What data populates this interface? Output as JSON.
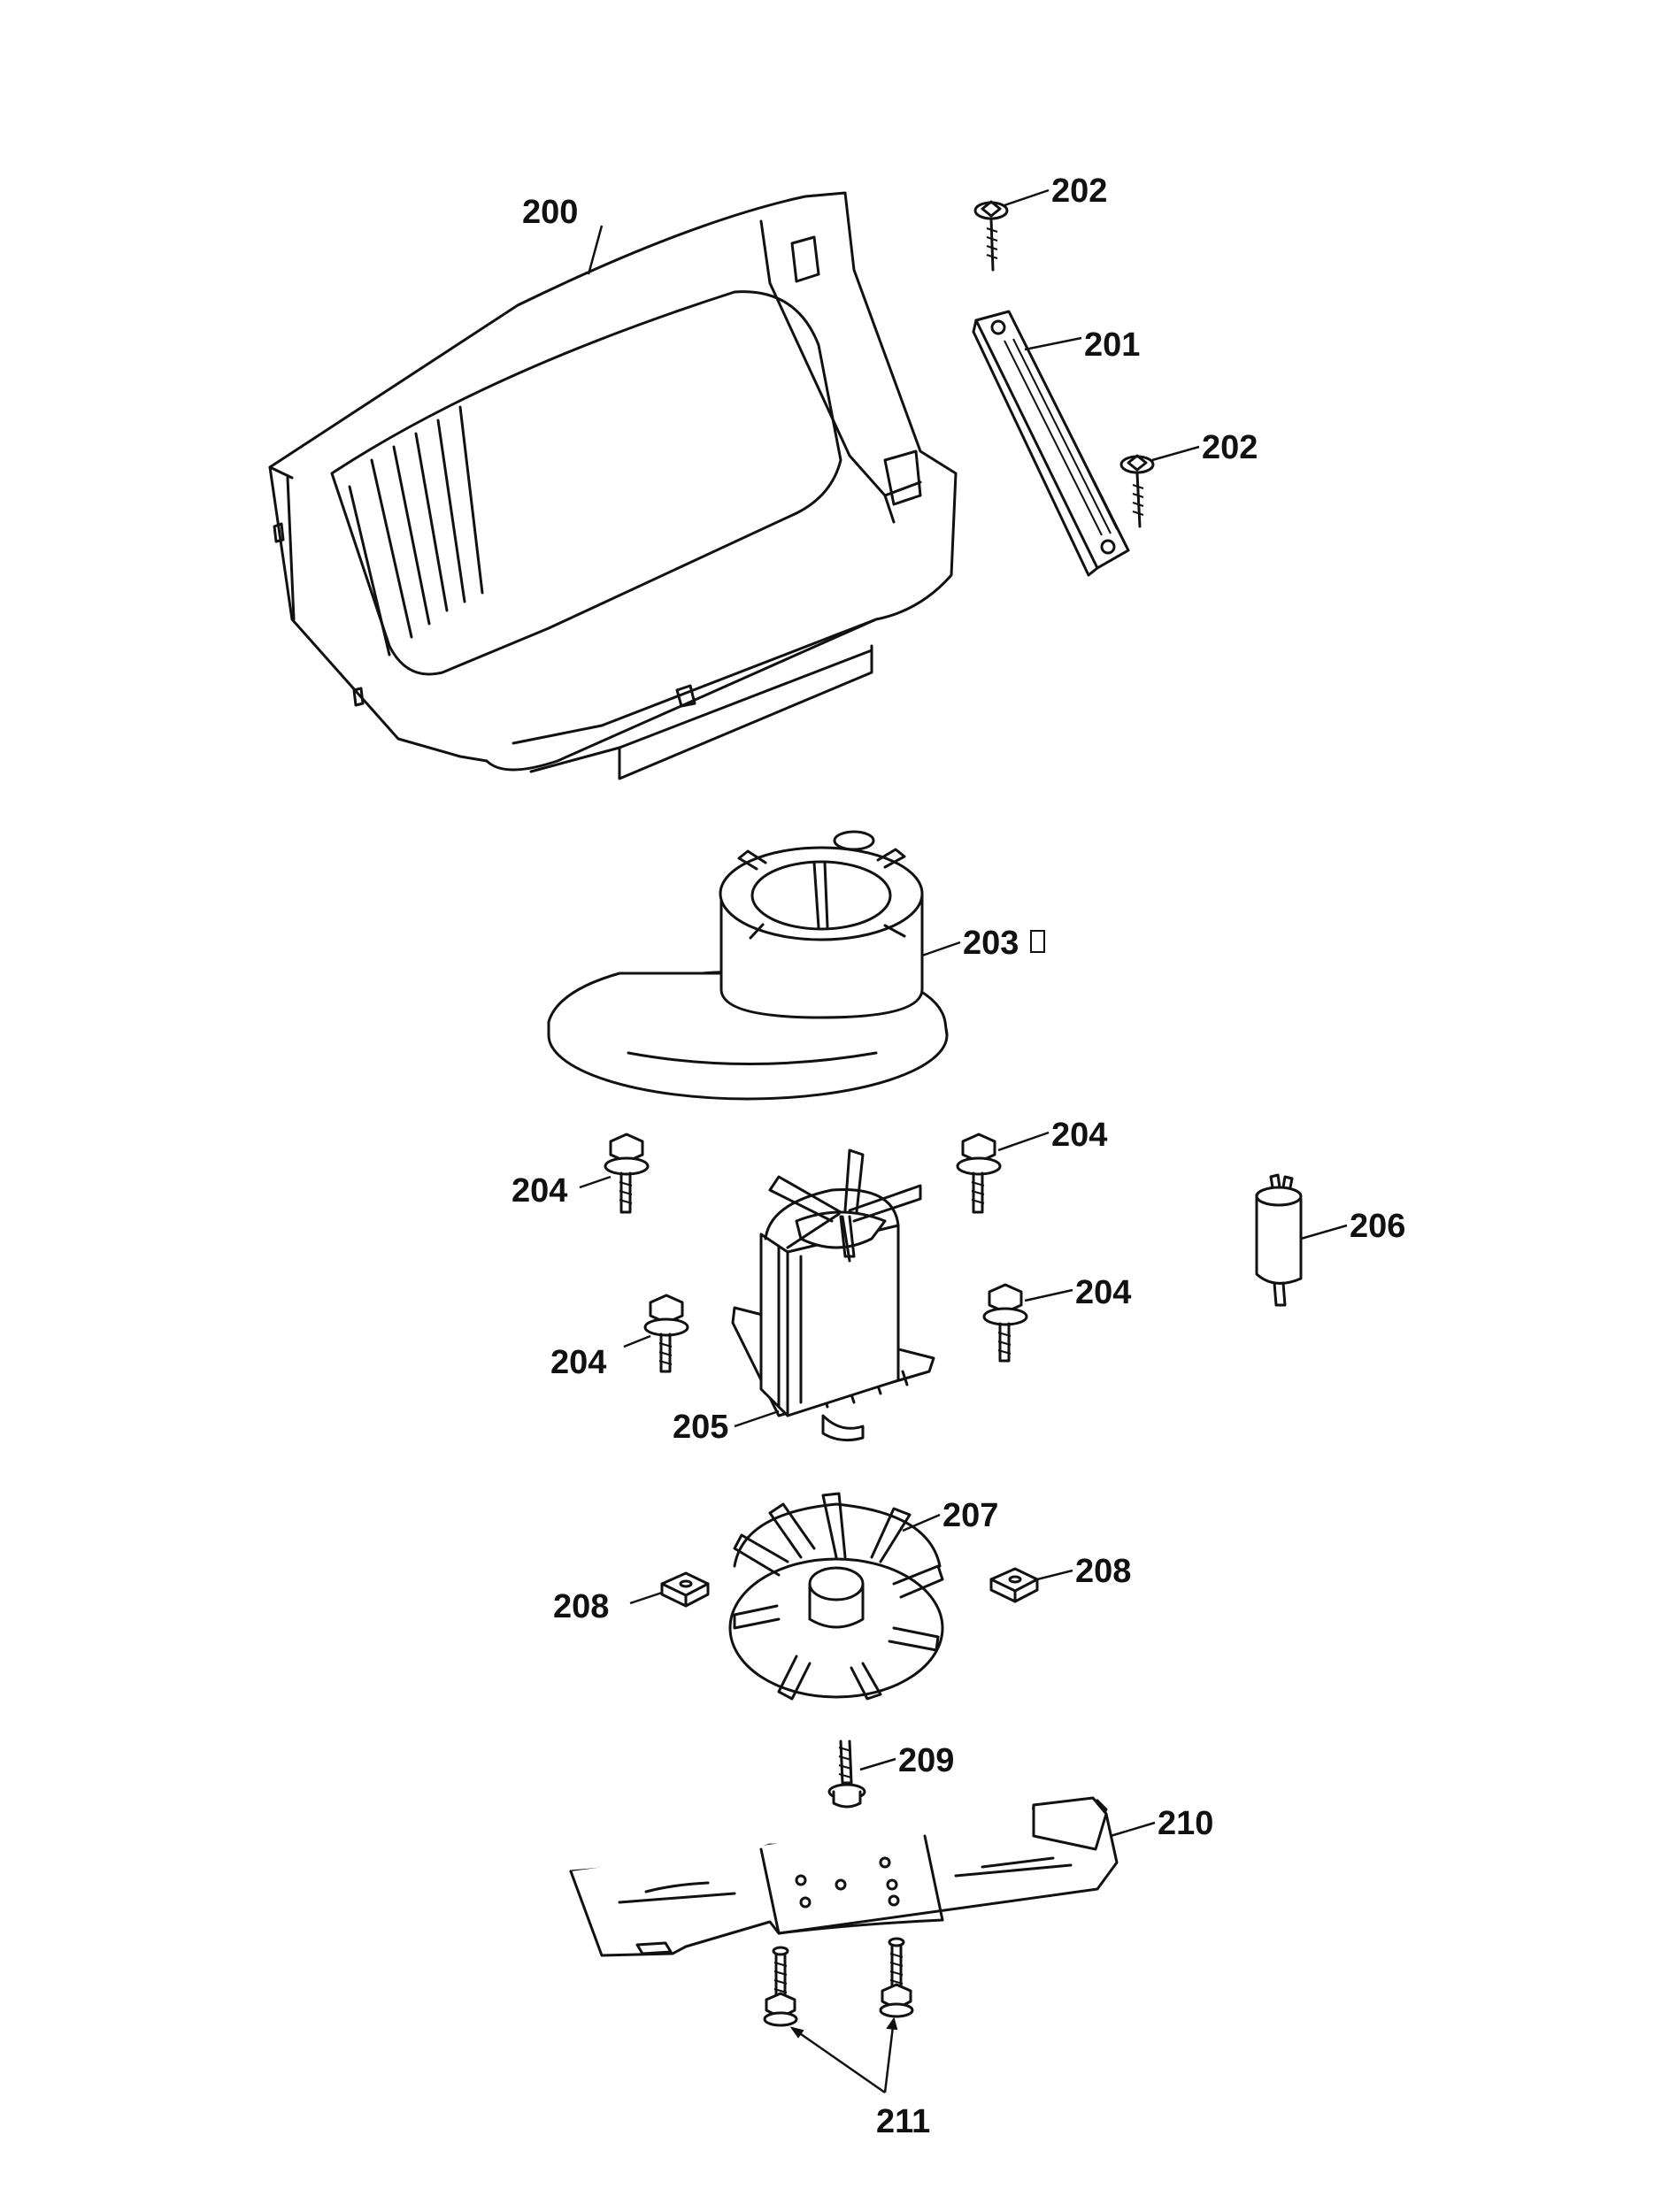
{
  "labels": {
    "p200": "200",
    "p201": "201",
    "p202a": "202",
    "p202b": "202",
    "p203": "203",
    "p204a": "204",
    "p204b": "204",
    "p204c": "204",
    "p204d": "204",
    "p205": "205",
    "p206": "206",
    "p207": "207",
    "p208a": "208",
    "p208b": "208",
    "p209": "209",
    "p210": "210",
    "p211": "211"
  }
}
